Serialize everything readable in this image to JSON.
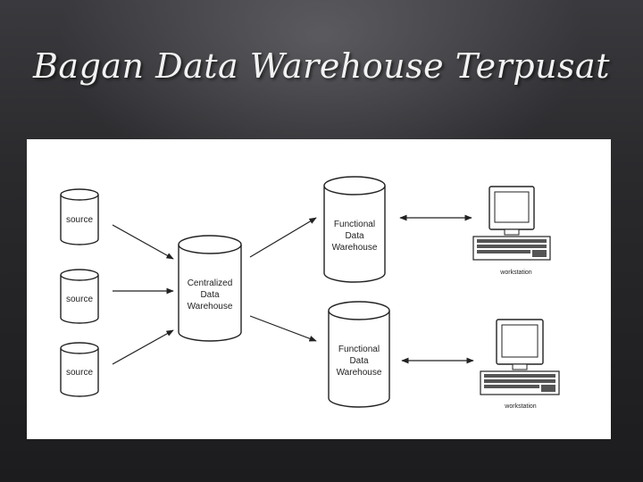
{
  "slide": {
    "title": "Bagan Data Warehouse Terpusat"
  },
  "diagram": {
    "sources": [
      {
        "label": "source"
      },
      {
        "label": "source"
      },
      {
        "label": "source"
      }
    ],
    "central": {
      "lines": [
        "Centralized",
        "Data",
        "Warehouse"
      ]
    },
    "functional": [
      {
        "lines": [
          "Functional",
          "Data",
          "Warehouse"
        ]
      },
      {
        "lines": [
          "Functional",
          "Data",
          "Warehouse"
        ]
      }
    ],
    "workstations": [
      {
        "label": "workstation"
      },
      {
        "label": "workstation"
      }
    ]
  },
  "colors": {
    "background": "#1c1c1e",
    "panel": "#ffffff",
    "title": "#f2f2f2",
    "stroke": "#222222"
  },
  "icons": [
    "database-cylinder",
    "arrow",
    "bidirectional-arrow",
    "workstation-computer"
  ]
}
